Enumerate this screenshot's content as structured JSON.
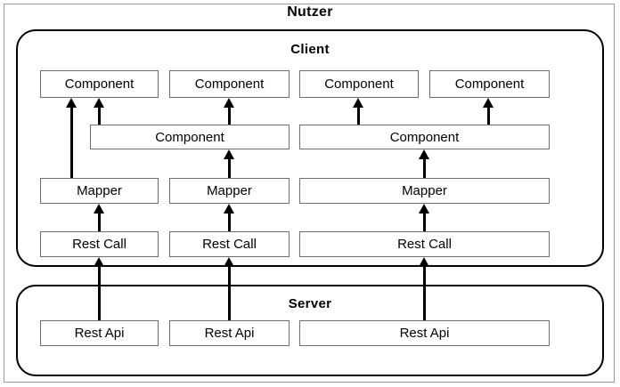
{
  "diagram": {
    "type": "architecture-layer-diagram",
    "outer_title": "Nutzer",
    "groups": [
      {
        "id": "client",
        "title": "Client"
      },
      {
        "id": "server",
        "title": "Server"
      }
    ],
    "rows": {
      "component_top": {
        "label": "Component",
        "nodes": [
          {
            "label": "Component"
          },
          {
            "label": "Component"
          },
          {
            "label": "Component"
          },
          {
            "label": "Component"
          }
        ]
      },
      "component_mid": {
        "nodes": [
          {
            "label": "Component"
          },
          {
            "label": "Component"
          }
        ]
      },
      "mapper": {
        "nodes": [
          {
            "label": "Mapper"
          },
          {
            "label": "Mapper"
          },
          {
            "label": "Mapper"
          }
        ]
      },
      "rest_call": {
        "nodes": [
          {
            "label": "Rest Call"
          },
          {
            "label": "Rest Call"
          },
          {
            "label": "Rest Call"
          }
        ]
      },
      "rest_api": {
        "nodes": [
          {
            "label": "Rest Api"
          },
          {
            "label": "Rest Api"
          },
          {
            "label": "Rest Api"
          }
        ]
      }
    },
    "colors": {
      "box_border": "#6e6e6e",
      "group_border": "#000000",
      "frame_border": "#9a9a9a",
      "arrow": "#000000",
      "background": "#ffffff",
      "text": "#000000"
    }
  }
}
